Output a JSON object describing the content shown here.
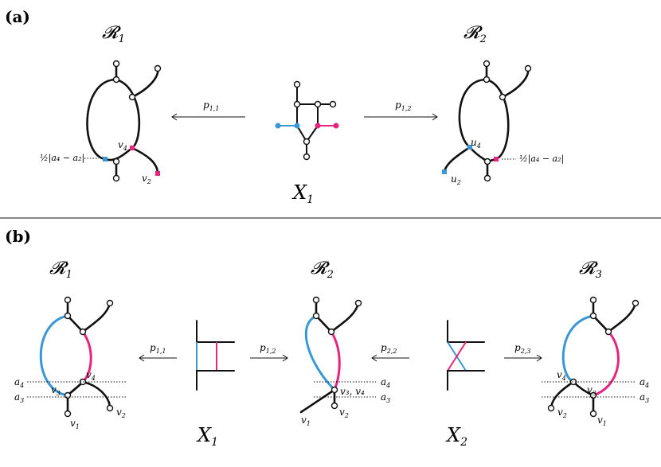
{
  "colors": {
    "blue": "#3a97d6",
    "pink": "#e6247b",
    "black": "#111111"
  },
  "panel_a": {
    "label": "(a)",
    "left_title": "𝓡",
    "left_sub": "1",
    "right_title": "𝓡",
    "right_sub": "2",
    "center_title": "X",
    "center_sub": "1",
    "arrow_left": "p",
    "arrow_left_sub": "1,1",
    "arrow_right": "p",
    "arrow_right_sub": "1,2",
    "left_v4": "v",
    "left_v4_sub": "4",
    "left_v2": "v",
    "left_v2_sub": "2",
    "left_dist": "½|a₄ − a₂|",
    "right_u4": "u",
    "right_u4_sub": "4",
    "right_u2": "u",
    "right_u2_sub": "2",
    "right_dist": "½|a₄ − a₂|"
  },
  "panel_b": {
    "label": "(b)",
    "r1_title": "𝓡",
    "r1_sub": "1",
    "r2_title": "𝓡",
    "r2_sub": "2",
    "r3_title": "𝓡",
    "r3_sub": "3",
    "x1_title": "X",
    "x1_sub": "1",
    "x2_title": "X",
    "x2_sub": "2",
    "arrow_p11": "p",
    "arrow_p11_sub": "1,1",
    "arrow_p12": "p",
    "arrow_p12_sub": "1,2",
    "arrow_p22": "p",
    "arrow_p22_sub": "2,2",
    "arrow_p23": "p",
    "arrow_p23_sub": "2,3",
    "a4": "a",
    "a4_sub": "4",
    "a3": "a",
    "a3_sub": "3",
    "v1": "v",
    "v1_sub": "1",
    "v2": "v",
    "v2_sub": "2",
    "v3": "v",
    "v3_sub": "3",
    "v4": "v",
    "v4_sub": "4",
    "v34": "v₃, v₄"
  }
}
